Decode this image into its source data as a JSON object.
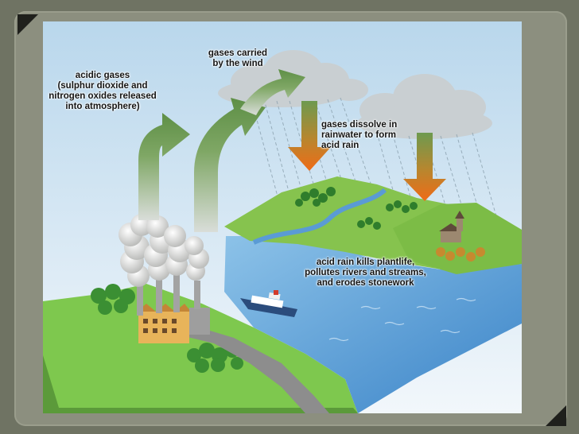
{
  "labels": {
    "acidic_gases": "acidic gases\n(sulphur dioxide and\nnitrogen oxides released\ninto atmosphere)",
    "gases_carried": "gases carried\nby the wind",
    "gases_dissolve": "gases dissolve in\nrainwater to form\nacid rain",
    "acid_rain_kills": "acid rain kills plantlife,\npollutes rivers and streams,\nand erodes stonework"
  },
  "colors": {
    "sky_top": "#b9d7ec",
    "sky_bottom": "#e8f2f8",
    "land": "#7ec84e",
    "water": "#4f96d3",
    "arrow_green": "#6c9a54",
    "arrow_orange": "#e96f1d",
    "cloud": "#c9cfd2",
    "frame": "#8c8f7f"
  }
}
